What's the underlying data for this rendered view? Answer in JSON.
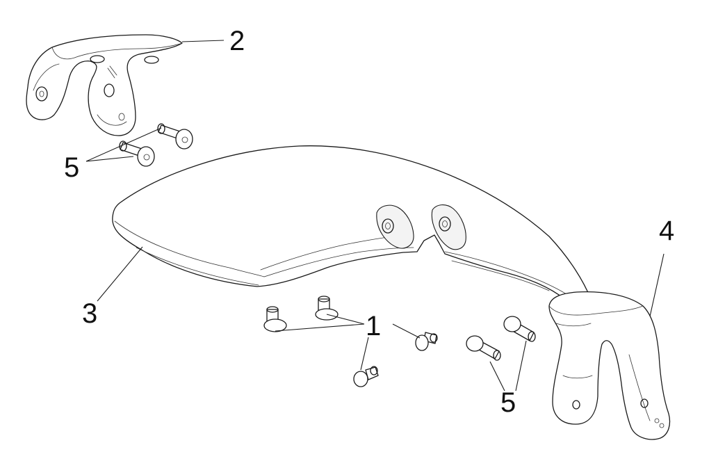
{
  "callouts": {
    "part_1": "1",
    "part_2": "2",
    "part_3": "3",
    "part_4": "4",
    "part_5_left": "5",
    "part_5_right": "5"
  }
}
